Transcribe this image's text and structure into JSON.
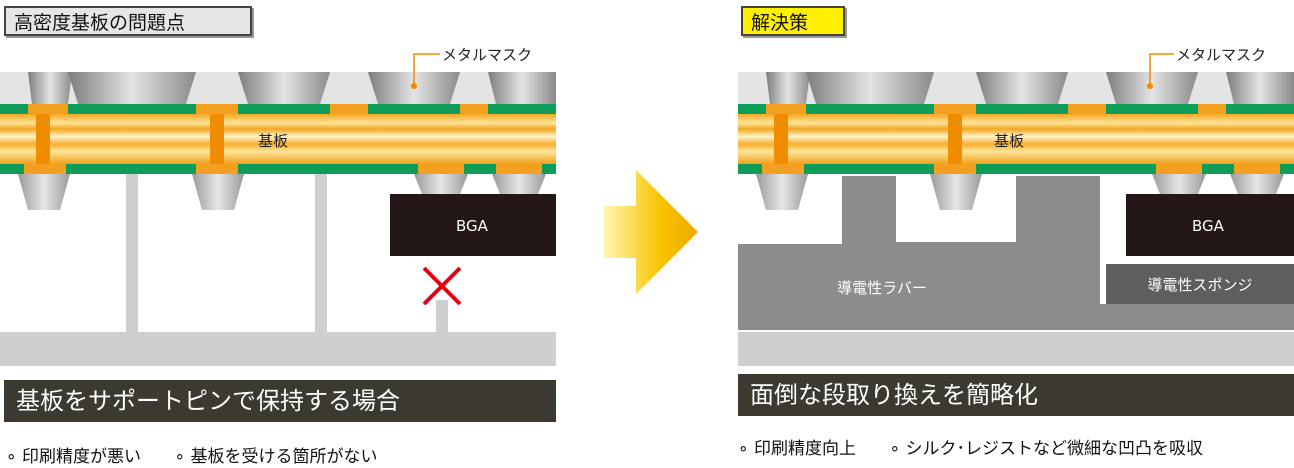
{
  "left": {
    "title": "高密度基板の問題点",
    "mask_label": "メタルマスク",
    "board_label": "基板",
    "bga_label": "BGA",
    "caption": "基板をサポートピンで保持する場合",
    "bullets": [
      "印刷精度が悪い",
      "基板を受ける箇所がない"
    ]
  },
  "right": {
    "title": "解決策",
    "mask_label": "メタルマスク",
    "board_label": "基板",
    "bga_label": "BGA",
    "rubber_label": "導電性ラバー",
    "sponge_label": "導電性スポンジ",
    "caption": "面倒な段取り換えを簡略化",
    "bullets": [
      "印刷精度向上",
      "シルク･レジストなど微細な凹凸を吸収"
    ]
  },
  "colors": {
    "board_copper": "#f3a020",
    "solder_resist": "#0e9d58",
    "bga": "#231815",
    "rubber": "#8c8c8c",
    "sponge": "#5e5e5e",
    "caption_bar": "#3c3a30",
    "arrow": "#f6bf00",
    "reject_mark": "#e60012"
  },
  "icons": [
    "arrow-right-icon",
    "cross-mark-icon"
  ]
}
